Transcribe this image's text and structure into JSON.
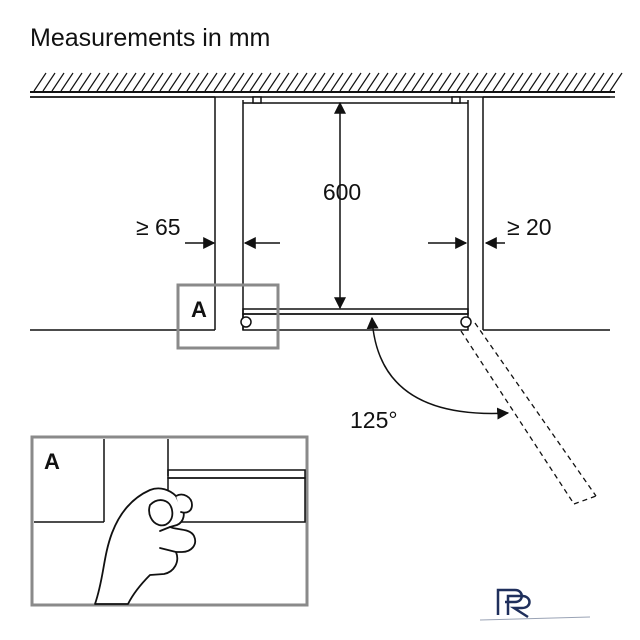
{
  "title": "Measurements in mm",
  "dimensions": {
    "height": "600",
    "left_clearance": "≥ 65",
    "right_clearance": "≥ 20",
    "door_angle": "125°"
  },
  "detail": {
    "marker": "A",
    "inset_marker": "A"
  },
  "colors": {
    "line": "#111111",
    "detail_frame": "#8a8a8a",
    "logo": "#1f2f5c"
  },
  "icons": {
    "hand": "hand-icon",
    "logo": "fr-logo-icon"
  }
}
